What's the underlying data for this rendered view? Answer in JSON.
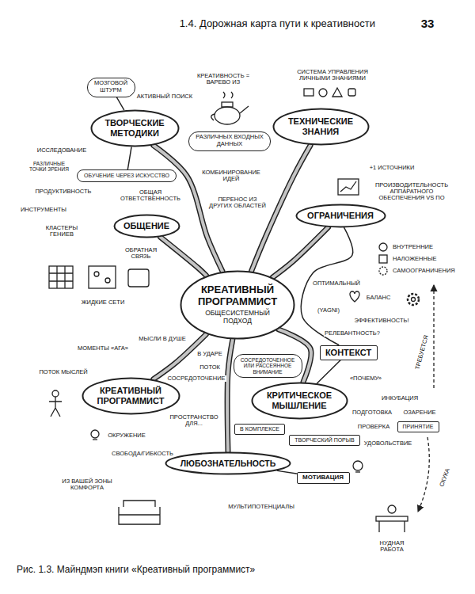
{
  "diagram": {
    "title": "1.4. Дорожная карта пути к креативности",
    "caption": "Рис. 1.3. Майндмэп книги «Креативный программист»",
    "nodes": [
      {
        "text": [
          "МОЗГОВОЙ ШТУРМ"
        ]
      },
      {
        "text": [
          "ТВОРЧЕСКИЕ МЕТОДИКИ"
        ]
      },
      {
        "text": [
          "ТЕХНИЧЕСКИЕ ЗНАНИЯ"
        ]
      },
      {
        "text": [
          "РАЗЛИЧНЫХ ВХОДНЫХ ДАННЫХ"
        ]
      },
      {
        "text": [
          "ОБУЧЕНИЕ ЧЕРЕЗ ИСКУССТВО"
        ]
      },
      {
        "text": [
          "ОБЩЕНИЕ"
        ]
      },
      {
        "text": [
          "ОГРАНИЧЕНИЯ"
        ]
      },
      {
        "text": [
          "КРЕАТИВНЫЙ ПРОГРАММИСТ",
          "ОБЩЕСИСТЕМНЫЙ ПОДХОД"
        ]
      },
      {
        "text": [
          "КОНТЕКСТ"
        ]
      },
      {
        "text": [
          "СОСРЕДОТОЧЕННОЕ ИЛИ РАССЕЯННОЕ ВНИМАНИЕ"
        ]
      },
      {
        "text": [
          "КРЕАТИВНЫЙ ПРОГРАММИСТ"
        ]
      },
      {
        "text": [
          "КРИТИЧЕСКОЕ МЫШЛЕНИЕ"
        ]
      },
      {
        "text": [
          "В КОМПЛЕКСЕ"
        ]
      },
      {
        "text": [
          "ТВОРЧЕСКИЙ ПОРЫВ"
        ]
      },
      {
        "text": [
          "ПРИНЯТИЕ"
        ]
      },
      {
        "text": [
          "ЛЮБОЗНАТЕЛЬНОСТЬ"
        ]
      },
      {
        "text": [
          "МОТИВАЦИЯ"
        ]
      }
    ],
    "edges": [
      {
        "from": 7,
        "to": 1,
        "arrow": "none"
      },
      {
        "from": 7,
        "to": 2,
        "arrow": "none"
      },
      {
        "from": 7,
        "to": 5,
        "arrow": "none"
      },
      {
        "from": 7,
        "to": 6,
        "arrow": "none"
      },
      {
        "from": 7,
        "to": 10,
        "arrow": "none"
      },
      {
        "from": 7,
        "to": 11,
        "arrow": "none"
      },
      {
        "from": 7,
        "to": 15,
        "arrow": "none"
      },
      {
        "from": 1,
        "to": 0,
        "arrow": "none"
      },
      {
        "from": 1,
        "to": 4,
        "arrow": "none"
      },
      {
        "from": 6,
        "to": 8,
        "arrow": "none"
      },
      {
        "from": 11,
        "to": 8,
        "arrow": "none"
      },
      {
        "from": 15,
        "to": 16,
        "arrow": "none"
      }
    ],
    "labels": [
      "33",
      "АКТИВНЫЙ ПОИСК",
      "КРЕАТИВНОСТЬ = ВАРЕВО ИЗ",
      "СИСТЕМА УПРАВЛЕНИЯ ЛИЧНЫМИ ЗНАНИЯМИ",
      "ИССЛЕДОВАНИЕ",
      "РАЗЛИЧНЫЕ ТОЧКИ ЗРЕНИЯ",
      "+1 ИСТОЧНИКИ",
      "КОМБИНИРОВАНИЕ ИДЕЙ",
      "ПРОДУКТИВНОСТЬ",
      "ПРОИЗВОДИТЕЛЬНОСТЬ АППАРАТНОГО ОБЕСПЕЧЕНИЯ VS ПО",
      "ОБЩАЯ ОТВЕТСТВЕННОСТЬ",
      "ПЕРЕНОС ИЗ ДРУГИХ ОБЛАСТЕЙ",
      "ИНСТРУМЕНТЫ",
      "КЛАСТЕРЫ ГЕНИЕВ",
      "ВНУТРЕННИЕ",
      "НАЛОЖЕННЫЕ",
      "САМООГРАНИЧЕНИЯ",
      "ОБРАТНАЯ СВЯЗЬ",
      "ОПТИМАЛЬНЫЙ",
      "БАЛАНС",
      "ЖИДКИЕ СЕТИ",
      "(YAGNI)",
      "ЭФФЕКТИВНОСТЬ!",
      "РЕЛЕВАНТНОСТЬ?",
      "МЫСЛИ В ДУШЕ",
      "МОМЕНТЫ «АГА»",
      "ТРЕБУЕТСЯ",
      "В УДАРЕ",
      "ПОТОК",
      "ПОТОК МЫСЛЕЙ",
      "«ПОЧЕМУ»",
      "СОСРЕДОТОЧЕНИЕ",
      "ИНКУБАЦИЯ",
      "ПОДГОТОВКА",
      "ОЗАРЕНИЕ",
      "ПРОСТРАНСТВО ДЛЯ...",
      "ПРОВЕРКА",
      "ОКРУЖЕНИЕ",
      "УДОВОЛЬСТВИЕ",
      "СВОБОДА/ГИБКОСТЬ",
      "СКУКА",
      "ИЗ ВАШЕЙ ЗОНЫ КОМФОРТА",
      "МУЛЬТИПОТЕНЦИАЛЫ",
      "НУДНАЯ РАБОТА"
    ]
  }
}
